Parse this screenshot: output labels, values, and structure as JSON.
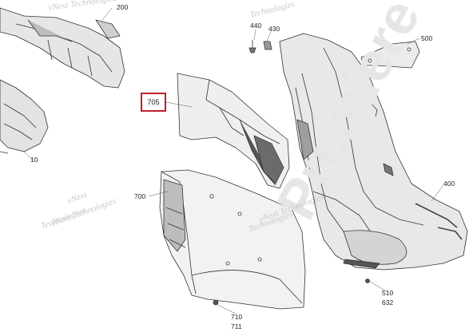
{
  "labels": {
    "p200": "200",
    "p10": "10",
    "p440": "440",
    "p430": "430",
    "p500": "500",
    "p705": "705",
    "p700": "700",
    "p400": "400",
    "p510": "510",
    "p632": "632",
    "p710": "710",
    "p711": "711"
  },
  "watermarks": {
    "w1": "vNext Technologies",
    "w2": "vNext",
    "w3": "Technologies",
    "w4": "vNext Technologies",
    "w5": "Technologies",
    "w6": "Technologies",
    "w7": "vNext Technologies"
  },
  "big_watermark": "Premiere",
  "colors": {
    "highlight": "#c0202a",
    "part_fill": "#d8d8d8",
    "line": "#333333"
  }
}
